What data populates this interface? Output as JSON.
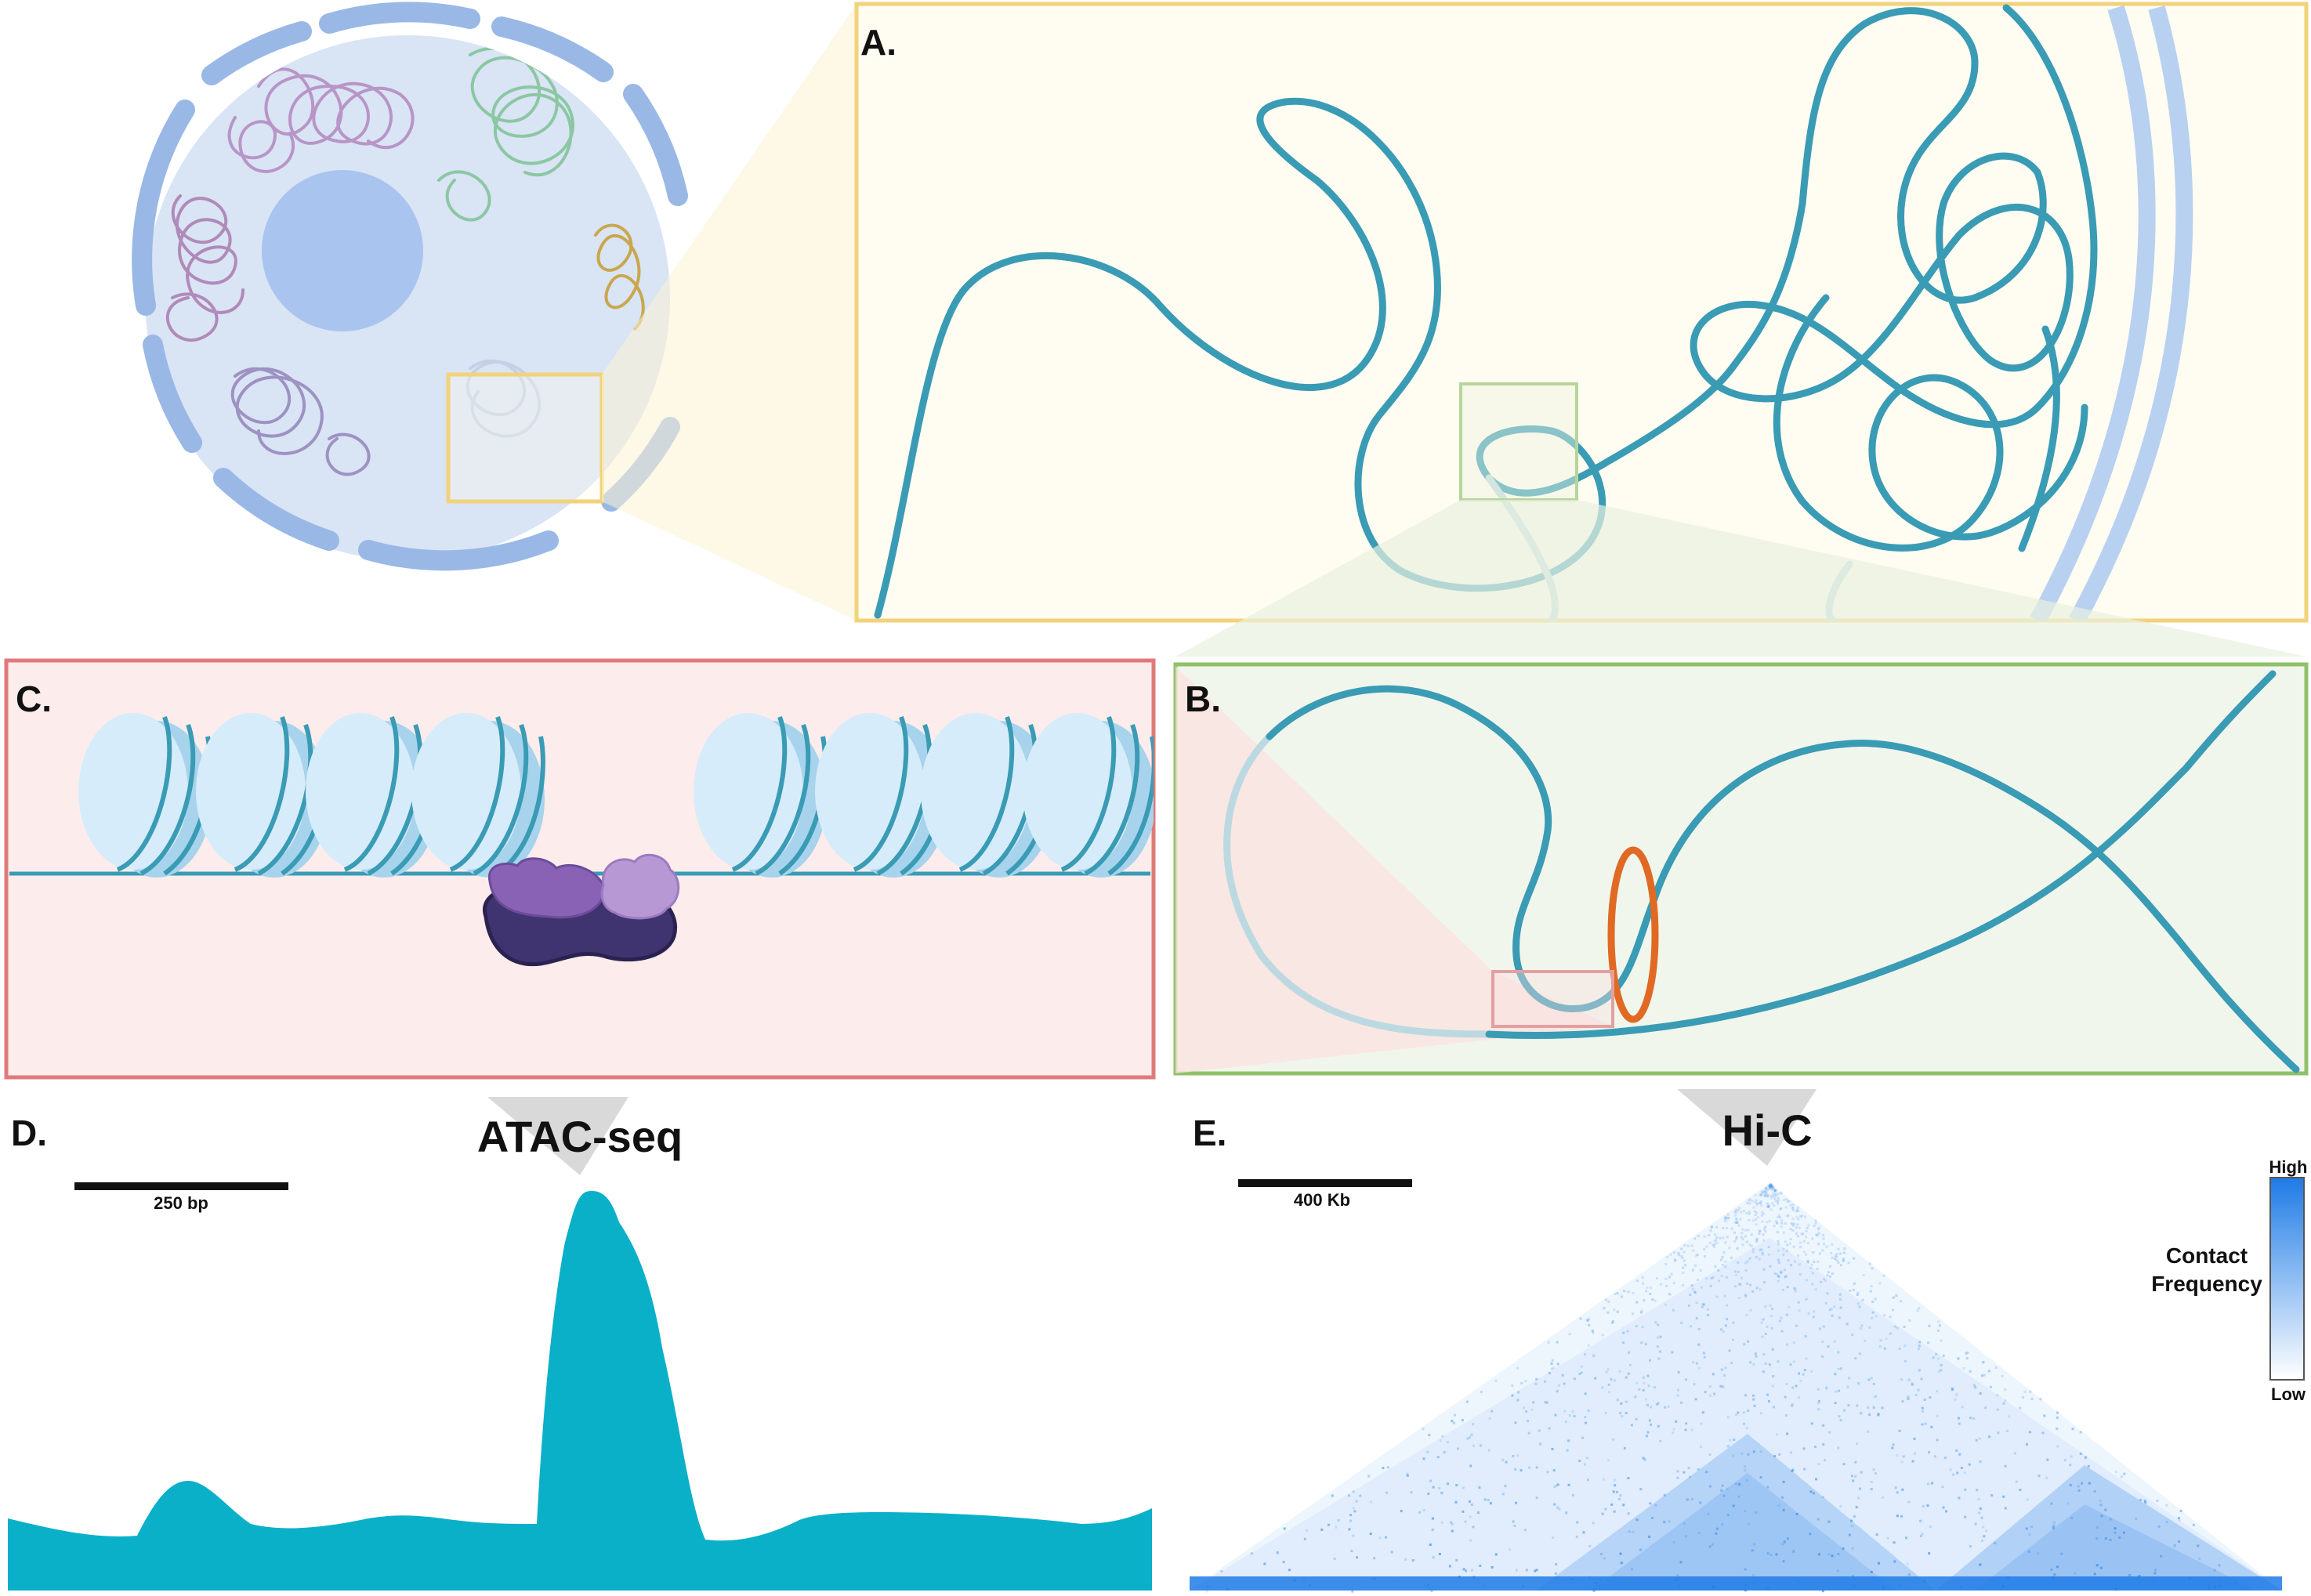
{
  "panels": {
    "A": {
      "label": "A."
    },
    "B": {
      "label": "B."
    },
    "C": {
      "label": "C."
    },
    "D": {
      "label": "D.",
      "assay": "ATAC-seq",
      "scale_bar": "250 bp"
    },
    "E": {
      "label": "E.",
      "assay": "Hi-C",
      "scale_bar": "400 Kb"
    }
  },
  "legend": {
    "title_line1": "Contact",
    "title_line2": "Frequency",
    "high": "High",
    "low": "Low"
  },
  "colors": {
    "panel_a_border": "#f2d27a",
    "panel_b_border": "#8fc06a",
    "panel_c_border": "#e07a7a",
    "chromatin": "#3a9bb5",
    "atac_signal": "#0ab0c8",
    "hic_contact": "#1e7be6",
    "ctcf_loop": "#e06a24",
    "tn5": "#6b4c9a"
  }
}
